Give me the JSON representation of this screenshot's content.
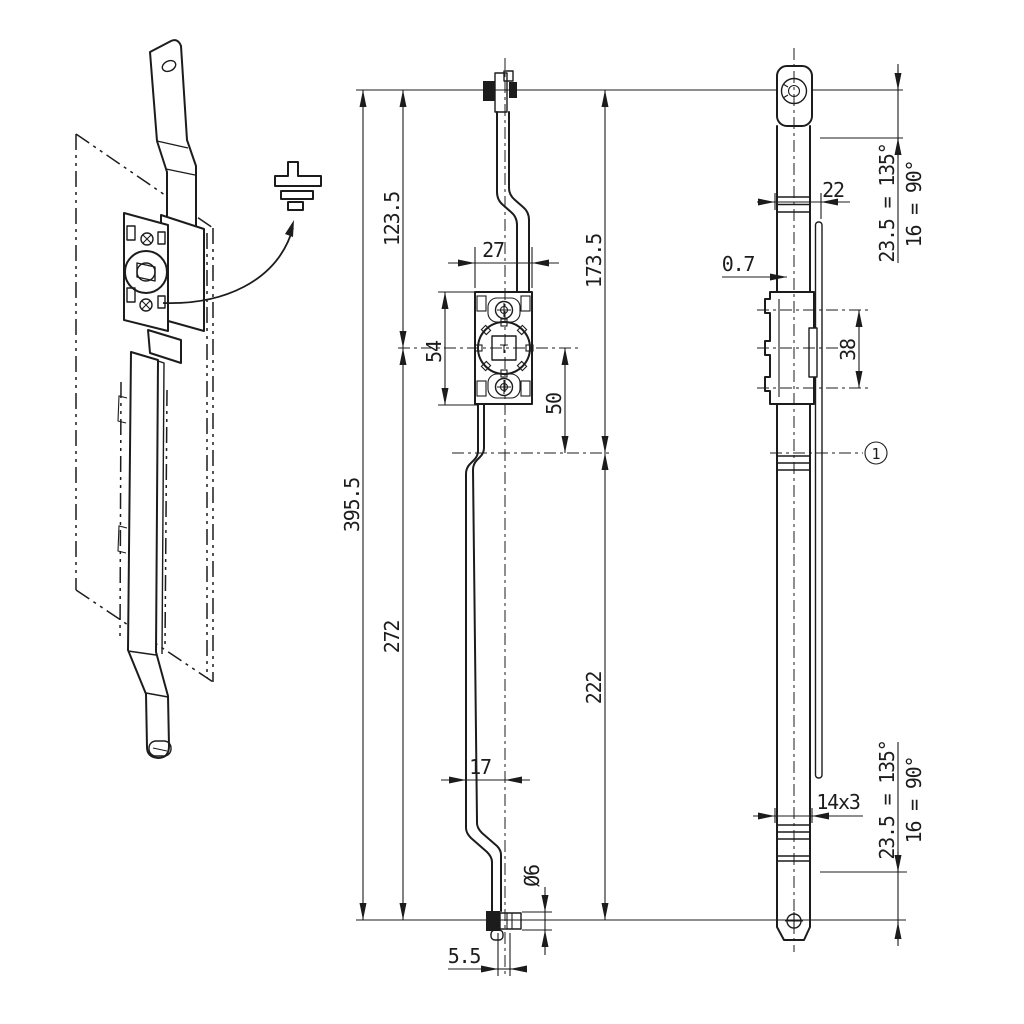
{
  "meta": {
    "background": "#ffffff",
    "ink": "#1c1c1c"
  },
  "front_view": {
    "dims": {
      "overall": "395.5",
      "upper": "123.5",
      "lower": "272",
      "right_upper": "173.5",
      "right_lower": "222",
      "center_offset": "50",
      "body_height": "54",
      "body_width": "27",
      "rod_offset": "17",
      "pin_dia": "Ø6",
      "foot_offset": "5.5"
    }
  },
  "side_view": {
    "dims": {
      "depth": "22",
      "face_gap": "0.7",
      "screw_spacing": "38",
      "bar_section": "14x3",
      "travel_135": "23.5 = 135°",
      "travel_90": "16 = 90°"
    },
    "balloon": "1"
  },
  "iso_view": {
    "symbol": "earth-ground"
  }
}
